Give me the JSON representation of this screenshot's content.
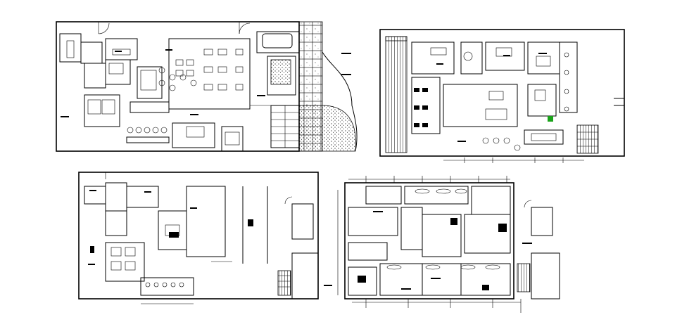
{
  "drawing": {
    "sheets": [
      {
        "key": "plan-top-left"
      },
      {
        "key": "plan-top-right"
      },
      {
        "key": "plan-bottom-left"
      },
      {
        "key": "plan-bottom-right"
      }
    ],
    "line_color": "#000000",
    "background": "#ffffff",
    "accent_marker_color": "#1aa31a"
  }
}
